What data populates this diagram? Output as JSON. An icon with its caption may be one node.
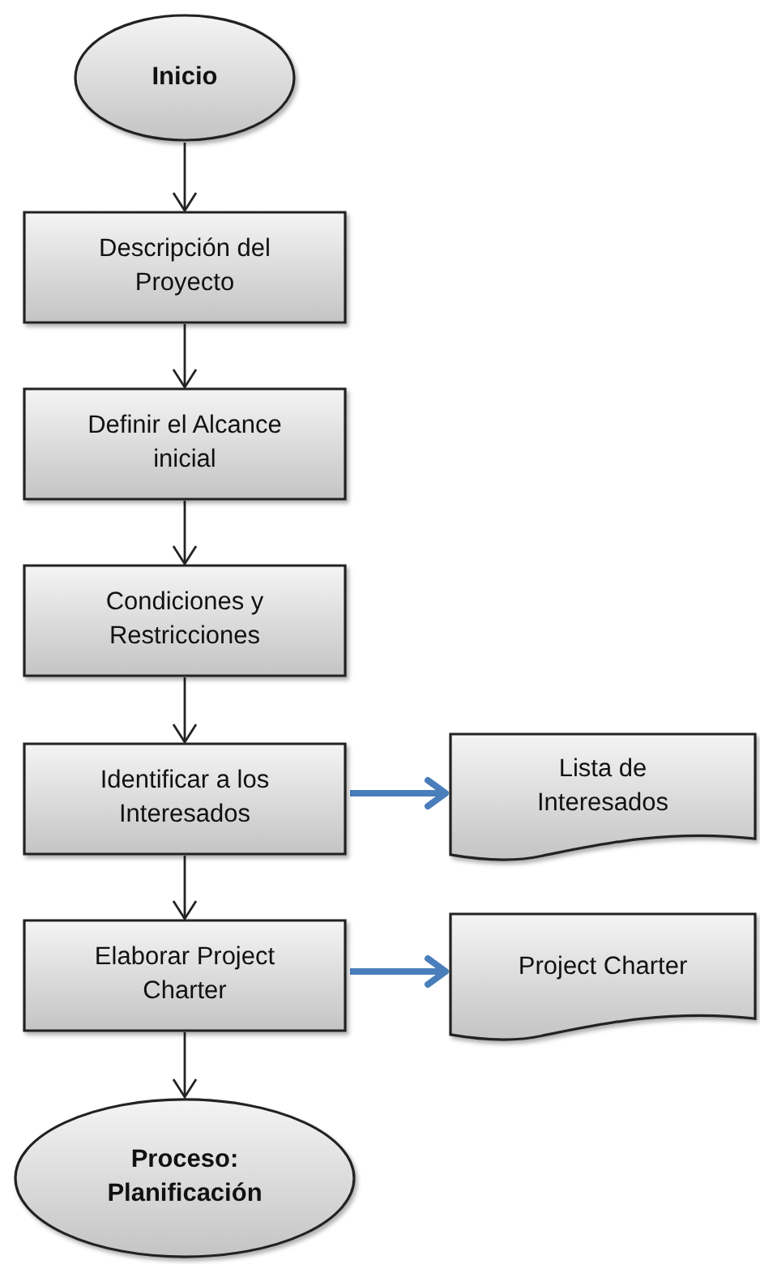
{
  "diagram": {
    "nodes": [
      {
        "text": [
          "Inicio"
        ]
      },
      {
        "text": [
          "Descripción del Proyecto"
        ]
      },
      {
        "text": [
          "Definir el Alcance inicial"
        ]
      },
      {
        "text": [
          "Condiciones y Restricciones"
        ]
      },
      {
        "text": [
          "Identificar a los Interesados"
        ]
      },
      {
        "text": [
          "Lista de Interesados"
        ]
      },
      {
        "text": [
          "Elaborar Project Charter"
        ]
      },
      {
        "text": [
          "Project Charter"
        ]
      },
      {
        "text": [
          "Proceso: Planificación"
        ]
      }
    ],
    "edges": [
      {
        "from": 0,
        "to": 1,
        "arrow": "to"
      },
      {
        "from": 1,
        "to": 2,
        "arrow": "to"
      },
      {
        "from": 2,
        "to": 3,
        "arrow": "to"
      },
      {
        "from": 3,
        "to": 4,
        "arrow": "to"
      },
      {
        "from": 4,
        "to": 6,
        "arrow": "to"
      },
      {
        "from": 6,
        "to": 8,
        "arrow": "to"
      },
      {
        "from": 4,
        "to": 5,
        "arrow": "to",
        "style": "thick",
        "color": "#4a7ebb"
      },
      {
        "from": 6,
        "to": 7,
        "arrow": "to",
        "style": "thick",
        "color": "#4a7ebb"
      }
    ]
  }
}
